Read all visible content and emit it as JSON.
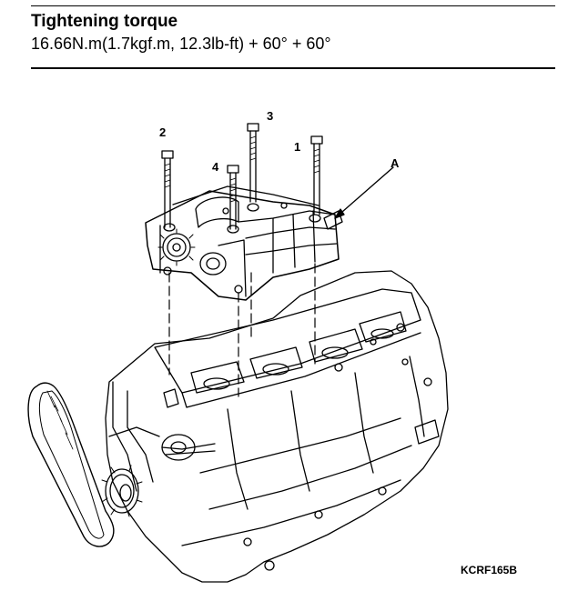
{
  "header": {
    "title": "Tightening torque",
    "spec": "16.66N.m(1.7kgf.m, 12.3lb-ft) + 60° + 60°"
  },
  "callouts": {
    "bolt_1": "1",
    "bolt_2": "2",
    "bolt_3": "3",
    "bolt_4": "4",
    "part_a": "A"
  },
  "figure_code": "KCRF165B"
}
